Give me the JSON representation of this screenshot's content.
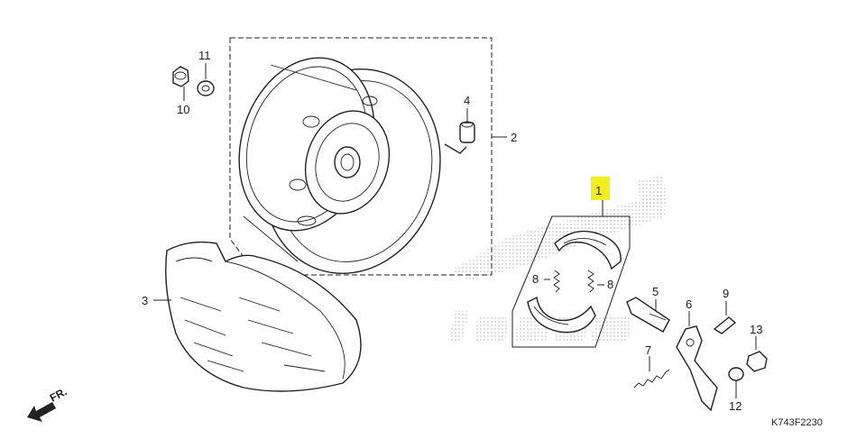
{
  "callouts": {
    "p1": "1",
    "p2": "2",
    "p3": "3",
    "p4": "4",
    "p5": "5",
    "p6": "6",
    "p7": "7",
    "p8a": "8",
    "p8b": "8",
    "p9": "9",
    "p10": "10",
    "p11": "11",
    "p12": "12",
    "p13": "13"
  },
  "direction_label": "FR.",
  "diagram_code": "K743F2230",
  "colors": {
    "highlight": "#f5ee1c",
    "watermark": "#bdbdbd",
    "line": "#222222"
  }
}
